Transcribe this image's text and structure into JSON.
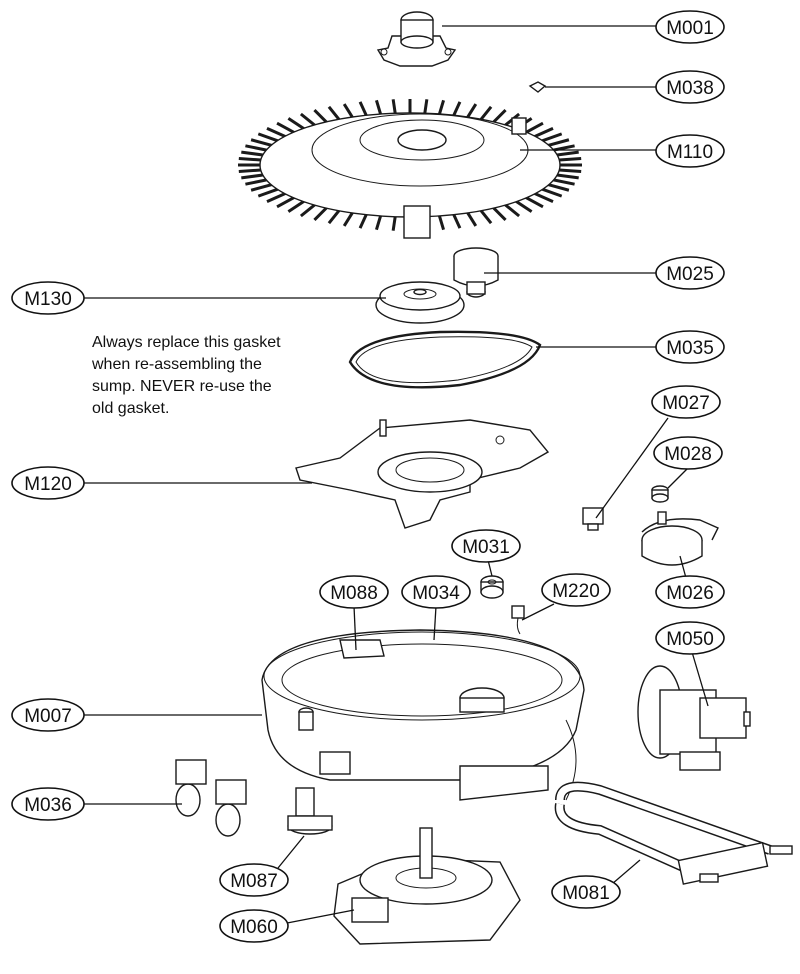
{
  "note": {
    "lines": [
      "Always replace this gasket",
      "when re-assembling the",
      "sump. NEVER re-use the",
      "old gasket."
    ]
  },
  "callouts": {
    "m001": "M001",
    "m038": "M038",
    "m110": "M110",
    "m025": "M025",
    "m130": "M130",
    "m035": "M035",
    "m027": "M027",
    "m120": "M120",
    "m028": "M028",
    "m031": "M031",
    "m026": "M026",
    "m088": "M088",
    "m034": "M034",
    "m220": "M220",
    "m050": "M050",
    "m007": "M007",
    "m036": "M036",
    "m087": "M087",
    "m081": "M081",
    "m060": "M060"
  }
}
